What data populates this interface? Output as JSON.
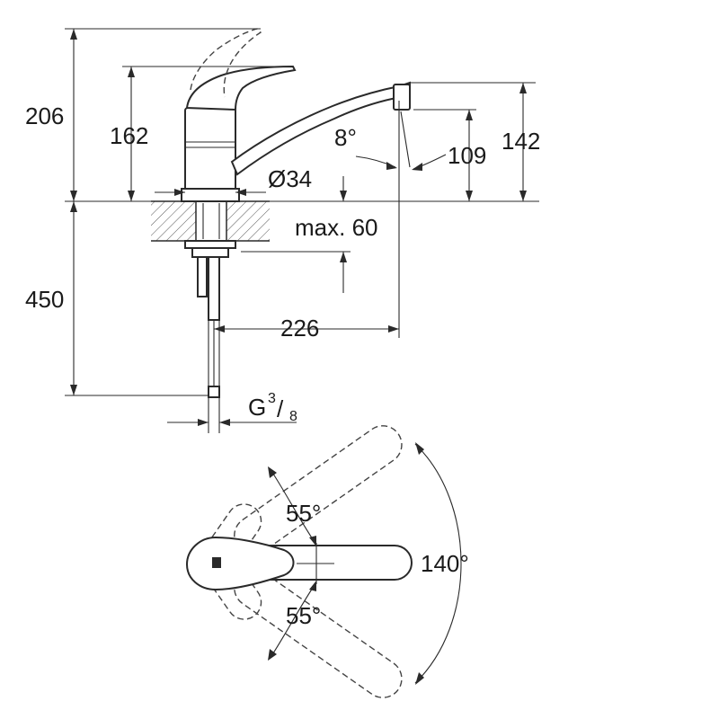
{
  "dimensions": {
    "overall_height": "206",
    "lever_height": "162",
    "spout_angle": "8°",
    "spout_outlet_height": "109",
    "spout_height": "142",
    "base_diameter": "Ø34",
    "deck_thickness": "max. 60",
    "hose_length": "450",
    "spout_reach": "226",
    "connection_thread_prefix": "G",
    "connection_thread_num": "3",
    "connection_thread_den": "8"
  },
  "rotation": {
    "lever_swing_up": "55°",
    "lever_swing_down": "55°",
    "spout_swing": "140°"
  }
}
